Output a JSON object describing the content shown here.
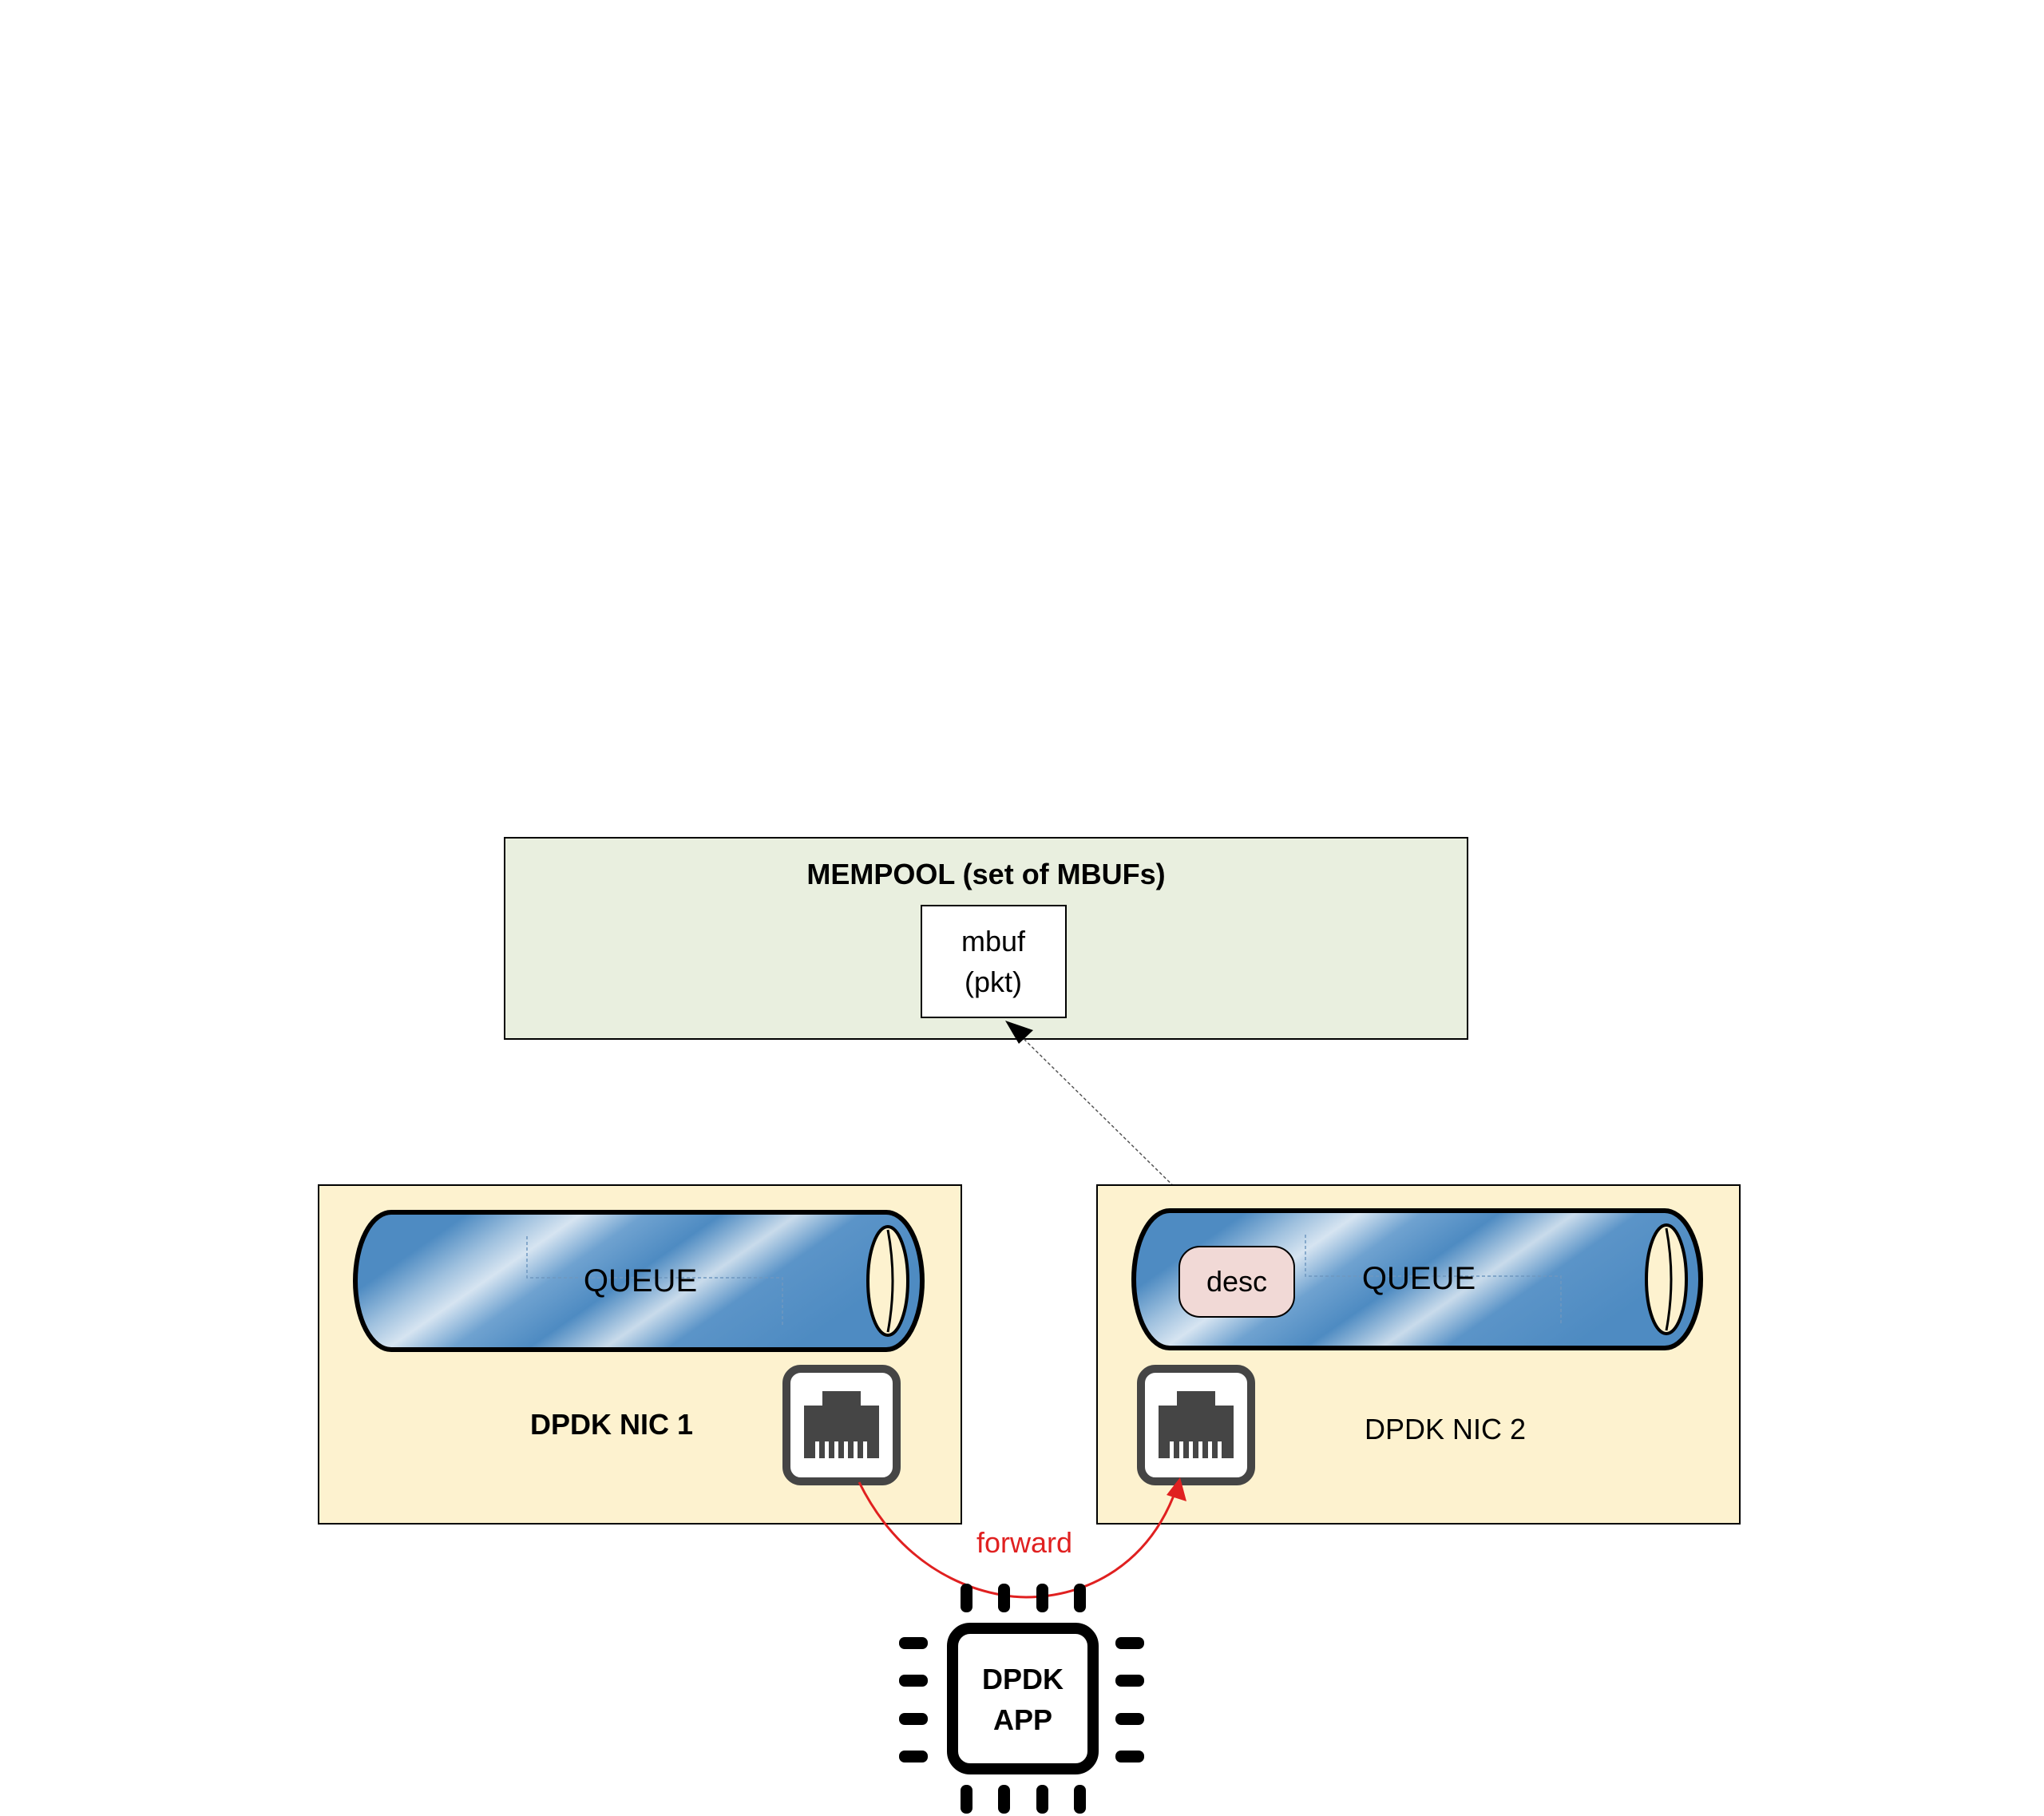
{
  "mempool": {
    "title": "MEMPOOL (set of MBUFs)",
    "mbuf_line1": "mbuf",
    "mbuf_line2": "(pkt)"
  },
  "nic1": {
    "label": "DPDK NIC 1",
    "queue_label": "QUEUE"
  },
  "nic2": {
    "label": "DPDK NIC 2",
    "queue_label": "QUEUE",
    "desc_label": "desc"
  },
  "forward_label": "forward",
  "app": {
    "line1": "DPDK",
    "line2": "APP"
  },
  "icons": {
    "nic1_port": "ethernet-port-icon",
    "nic2_port": "ethernet-port-icon",
    "app_chip": "cpu-chip-icon"
  },
  "colors": {
    "mempool_fill": "#e9efdf",
    "nic_fill": "#fdf2cf",
    "queue_blue": "#4e8bc2",
    "desc_fill": "#f1d9d6",
    "forward_arrow": "#e02020",
    "port_dark": "#454545"
  }
}
